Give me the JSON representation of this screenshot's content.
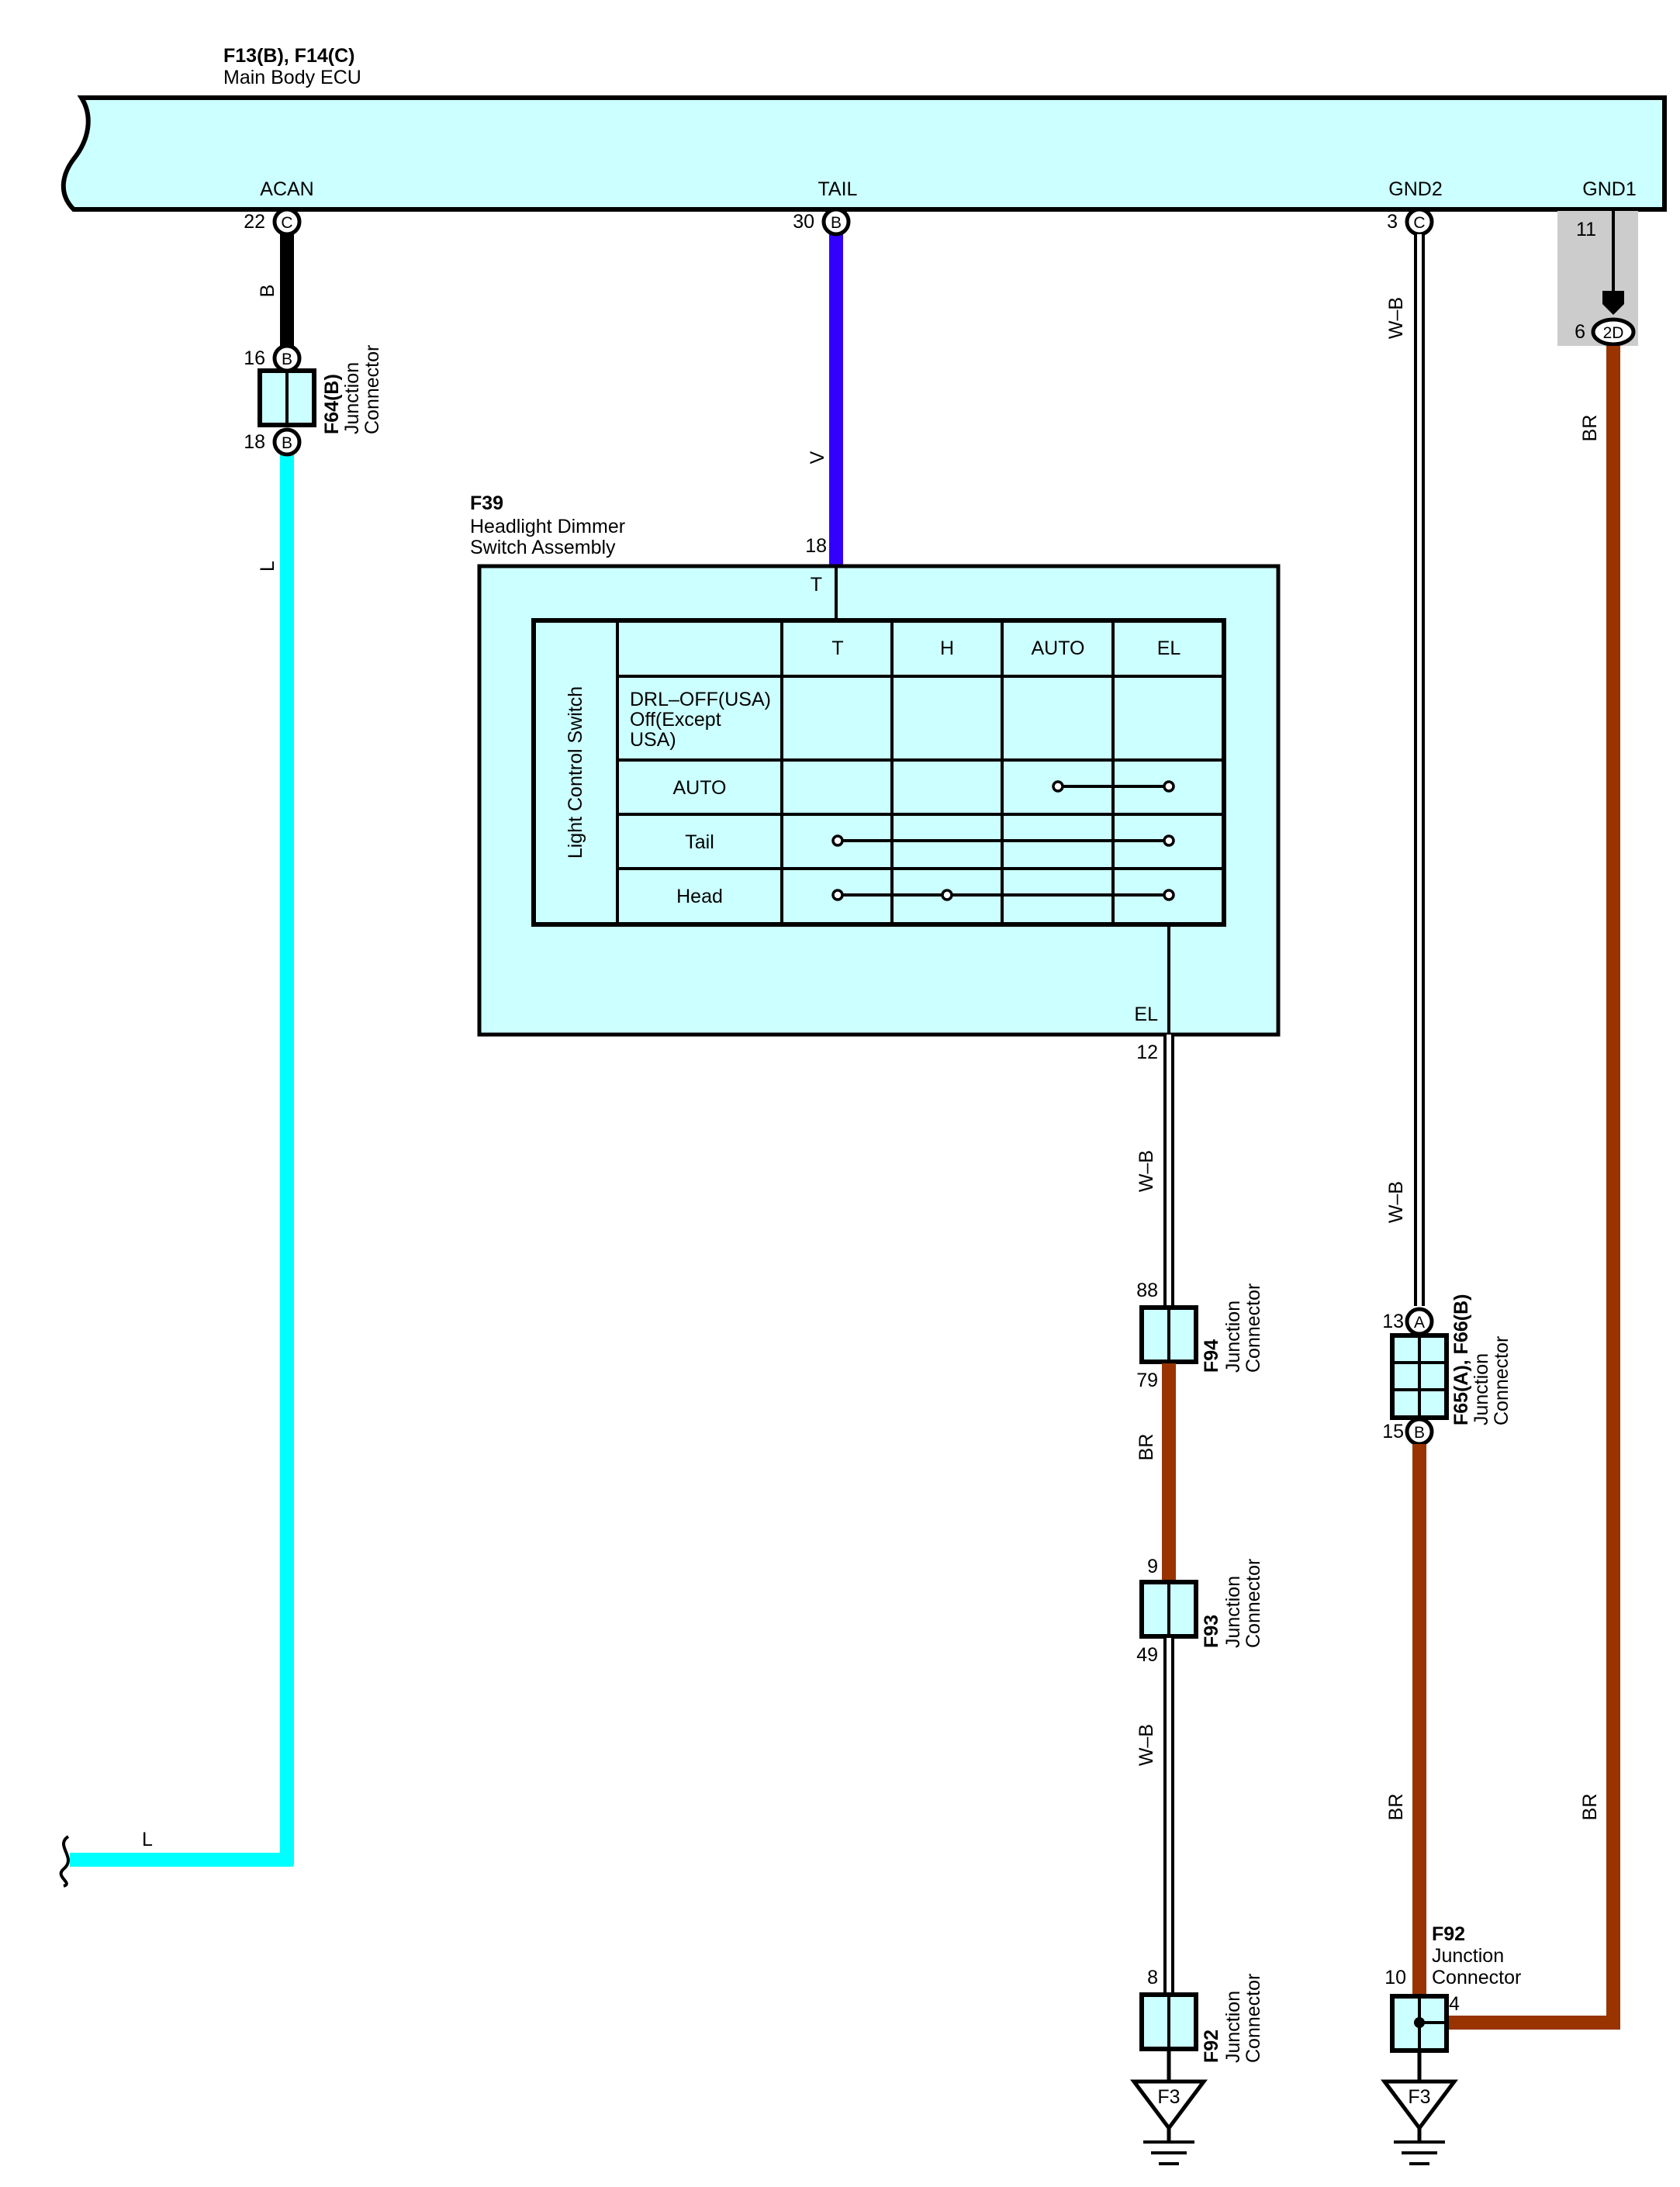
{
  "ecu": {
    "connector": "F13(B), F14(C)",
    "name": "Main Body ECU",
    "terminals": {
      "acan": {
        "label": "ACAN",
        "pin": "22",
        "conn": "C"
      },
      "tail": {
        "label": "TAIL",
        "pin": "30",
        "conn": "B"
      },
      "gnd2": {
        "label": "GND2",
        "pin": "3",
        "conn": "C"
      },
      "gnd1": {
        "label": "GND1",
        "pin": "11"
      }
    }
  },
  "f64": {
    "code": "F64(B)",
    "type1": "Junction",
    "type2": "Connector",
    "pin_in": "16",
    "conn_in": "B",
    "pin_out": "18",
    "conn_out": "B"
  },
  "f39": {
    "code": "F39",
    "name1": "Headlight Dimmer",
    "name2": "Switch Assembly",
    "pin_t": "18",
    "term_t": "T",
    "term_el": "EL",
    "pin_el": "12",
    "table": {
      "side_label": "Light Control Switch",
      "columns": [
        "T",
        "H",
        "AUTO",
        "EL"
      ],
      "rows": [
        {
          "line1": "DRL–OFF(USA)",
          "line2": "Off(Except",
          "line3": "USA)"
        },
        {
          "label": "AUTO"
        },
        {
          "label": "Tail"
        },
        {
          "label": "Head"
        }
      ]
    }
  },
  "f94": {
    "code": "F94",
    "type1": "Junction",
    "type2": "Connector",
    "pin_in": "88",
    "pin_out": "79"
  },
  "f93": {
    "code": "F93",
    "type1": "Junction",
    "type2": "Connector",
    "pin_in": "9",
    "pin_out": "49"
  },
  "f92_left": {
    "code": "F92",
    "type1": "Junction",
    "type2": "Connector",
    "pin_in": "8"
  },
  "f65": {
    "code": "F65(A), F66(B)",
    "type1": "Junction",
    "type2": "Connector",
    "pin_in": "13",
    "conn_in": "A",
    "pin_out": "15",
    "conn_out": "B"
  },
  "f92_right": {
    "code": "F92",
    "type1": "Junction",
    "type2": "Connector",
    "pin_a": "10",
    "pin_b": "4"
  },
  "gnd1_splice": {
    "pin": "6",
    "conn": "2D"
  },
  "grounds": {
    "left": "F3",
    "right": "F3"
  },
  "wire_colors": {
    "acan_upper": "B",
    "acan_lower": "L",
    "acan_end": "L",
    "tail": "V",
    "el_upper": "W–B",
    "el_mid": "BR",
    "el_lower": "W–B",
    "gnd2": "W–B",
    "gnd2_lower": "W–B",
    "gnd2_bottom": "BR",
    "gnd1_upper": "BR",
    "gnd1_lower": "BR"
  },
  "palette": {
    "component_fill": "#ccffff",
    "wire_l": "#00ffff",
    "wire_v": "#3300ff",
    "wire_br": "#993300",
    "wire_b": "#000000",
    "shield_grey": "#cccccc"
  }
}
